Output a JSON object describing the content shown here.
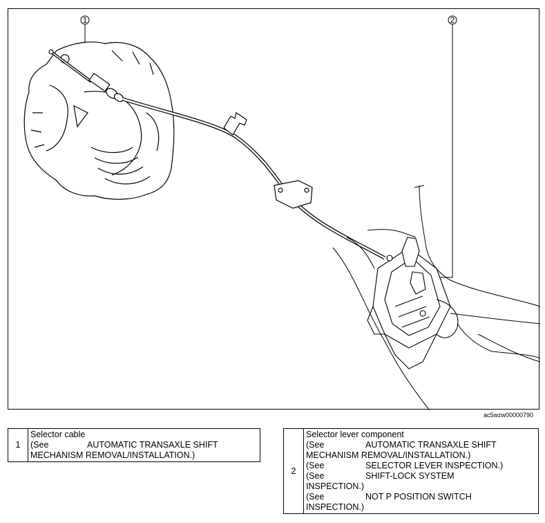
{
  "figure": {
    "callouts": [
      "1",
      "2"
    ],
    "code": "ac5wzw00000790"
  },
  "legend": {
    "table1": {
      "number": "1",
      "title": "Selector cable",
      "refs": [
        {
          "pre": "(See",
          "text": "AUTOMATIC TRANSAXLE SHIFT",
          "cont": "MECHANISM REMOVAL/INSTALLATION.)"
        }
      ]
    },
    "table2": {
      "number": "2",
      "title": "Selector lever component",
      "refs": [
        {
          "pre": "(See",
          "text": "AUTOMATIC TRANSAXLE SHIFT",
          "cont": "MECHANISM REMOVAL/INSTALLATION.)"
        },
        {
          "pre": "(See",
          "text": "SELECTOR LEVER INSPECTION.)",
          "cont": ""
        },
        {
          "pre": "(See",
          "text": "SHIFT-LOCK SYSTEM",
          "cont": "INSPECTION.)"
        },
        {
          "pre": "(See",
          "text": "NOT P POSITION SWITCH",
          "cont": "INSPECTION.)"
        }
      ]
    }
  }
}
